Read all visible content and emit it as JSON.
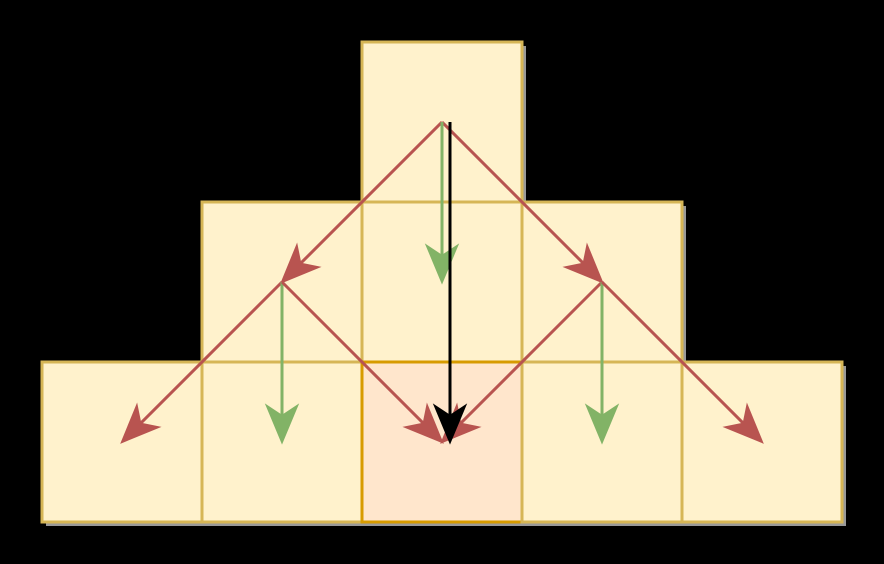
{
  "colors": {
    "background": "#000000",
    "cell_fill": "#fff2cc",
    "cell_stroke": "#d6b656",
    "highlight_fill": "#ffe6cc",
    "highlight_stroke": "#d79b00",
    "shadow": "#999999",
    "red_arrow": "#b85450",
    "green_arrow": "#82b366",
    "black_arrow": "#000000"
  },
  "grid": {
    "rows": [
      {
        "cells": [
          {
            "col": 2,
            "highlight": false
          }
        ]
      },
      {
        "cells": [
          {
            "col": 1,
            "highlight": false
          },
          {
            "col": 2,
            "highlight": false
          },
          {
            "col": 3,
            "highlight": false
          }
        ]
      },
      {
        "cells": [
          {
            "col": 0,
            "highlight": false
          },
          {
            "col": 1,
            "highlight": false
          },
          {
            "col": 2,
            "highlight": true
          },
          {
            "col": 3,
            "highlight": false
          },
          {
            "col": 4,
            "highlight": false
          }
        ]
      }
    ]
  },
  "arrows": [
    {
      "kind": "red",
      "from": [
        2,
        0
      ],
      "to": [
        1,
        1
      ]
    },
    {
      "kind": "red",
      "from": [
        2,
        0
      ],
      "to": [
        3,
        1
      ]
    },
    {
      "kind": "green",
      "from": [
        2,
        0
      ],
      "to": [
        2,
        1
      ]
    },
    {
      "kind": "red",
      "from": [
        1,
        1
      ],
      "to": [
        0,
        2
      ]
    },
    {
      "kind": "green",
      "from": [
        1,
        1
      ],
      "to": [
        1,
        2
      ]
    },
    {
      "kind": "red",
      "from": [
        1,
        1
      ],
      "to": [
        2,
        2
      ]
    },
    {
      "kind": "red",
      "from": [
        3,
        1
      ],
      "to": [
        2,
        2
      ]
    },
    {
      "kind": "green",
      "from": [
        3,
        1
      ],
      "to": [
        3,
        2
      ]
    },
    {
      "kind": "red",
      "from": [
        3,
        1
      ],
      "to": [
        4,
        2
      ]
    },
    {
      "kind": "black",
      "from": [
        2,
        0
      ],
      "to": [
        2,
        2
      ]
    }
  ]
}
